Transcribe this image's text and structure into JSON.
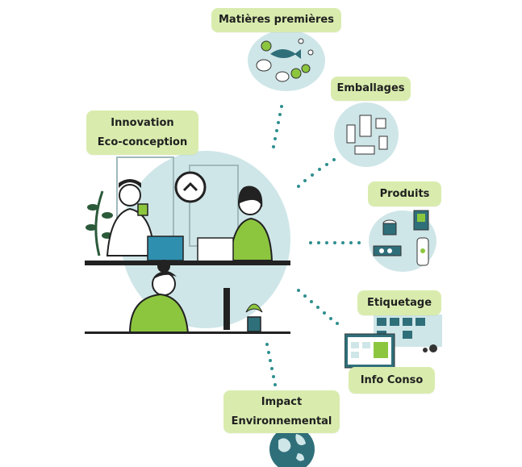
{
  "nodes": {
    "innovation": [
      "Innovation",
      "Eco-conception"
    ],
    "matieres": "Matières premières",
    "emballages": "Emballages",
    "produits": "Produits",
    "etiquetage": "Etiquetage",
    "info_conso": "Info Conso",
    "impact": [
      "Impact",
      "Environnemental"
    ]
  },
  "colors": {
    "label_bg": "#d9ecae",
    "accent_blue": "#cfe6e8",
    "teal": "#2f6f7a",
    "green": "#8cc63f",
    "dots": "#2f8f8f"
  }
}
